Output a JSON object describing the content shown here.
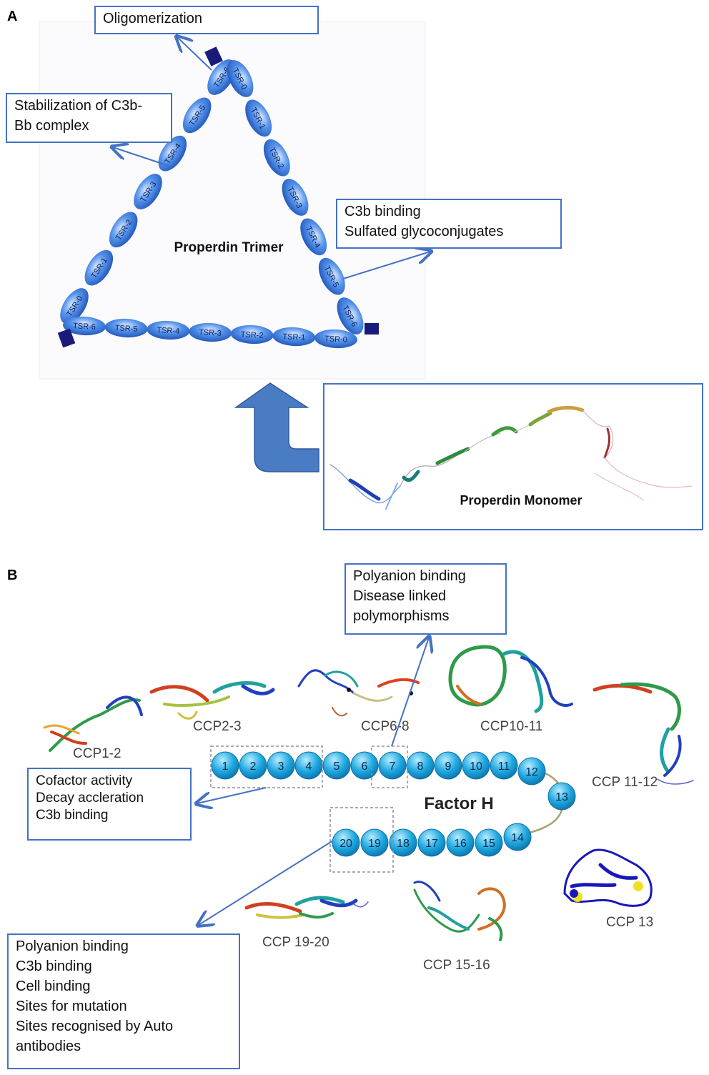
{
  "panel_a": {
    "letter": "A",
    "trimer_label": "Properdin Trimer",
    "monomer_label": "Properdin Monomer",
    "tsr_left": [
      "TSR-0",
      "TSR-1",
      "TSR-2",
      "TSR-3",
      "TSR-4",
      "TSR-5",
      "TSR-6"
    ],
    "tsr_right": [
      "TSR-0",
      "TSR-1",
      "TSR-2",
      "TSR-3",
      "TSR-4",
      "TSR-5",
      "TSR-6"
    ],
    "tsr_bottom": [
      "TSR-6",
      "TSR-5",
      "TSR-4",
      "TSR-3",
      "TSR-2",
      "TSR-1",
      "TSR-0"
    ],
    "box_oligomerization": [
      "Oligomerization"
    ],
    "box_stabilization": [
      "Stabilization of C3b-",
      "Bb complex"
    ],
    "box_c3b": [
      "C3b binding",
      "Sulfated glycoconjugates"
    ],
    "colors": {
      "tsr_fill": "#3b7fe0",
      "tsr_light": "#bcd6ff",
      "terminal": "#1a1a7a",
      "arrow": "#4472c4"
    }
  },
  "panel_b": {
    "letter": "B",
    "factor_label": "Factor H",
    "ccp_top": [
      "1",
      "2",
      "3",
      "4",
      "5",
      "6",
      "7",
      "8",
      "9",
      "10",
      "11",
      "12"
    ],
    "ccp_middle": [
      "13"
    ],
    "ccp_bottom": [
      "20",
      "19",
      "18",
      "17",
      "16",
      "15",
      "14"
    ],
    "structure_labels": {
      "ccp1_2": "CCP1-2",
      "ccp2_3": "CCP2-3",
      "ccp6_8": "CCP6-8",
      "ccp10_11": "CCP10-11",
      "ccp11_12": "CCP 11-12",
      "ccp13": "CCP 13",
      "ccp15_16": "CCP 15-16",
      "ccp19_20": "CCP 19-20"
    },
    "box_polyanion_top": [
      "Polyanion binding",
      "Disease linked",
      "polymorphisms"
    ],
    "box_cofactor": [
      "Cofactor activity",
      "Decay accleration",
      "C3b binding"
    ],
    "box_bottom": [
      "Polyanion binding",
      "C3b binding",
      "Cell binding",
      "Sites for mutation",
      "Sites recognised by Auto",
      "antibodies"
    ],
    "colors": {
      "bead": "#1ea8e0",
      "bead_light": "#a8e4fb"
    }
  }
}
